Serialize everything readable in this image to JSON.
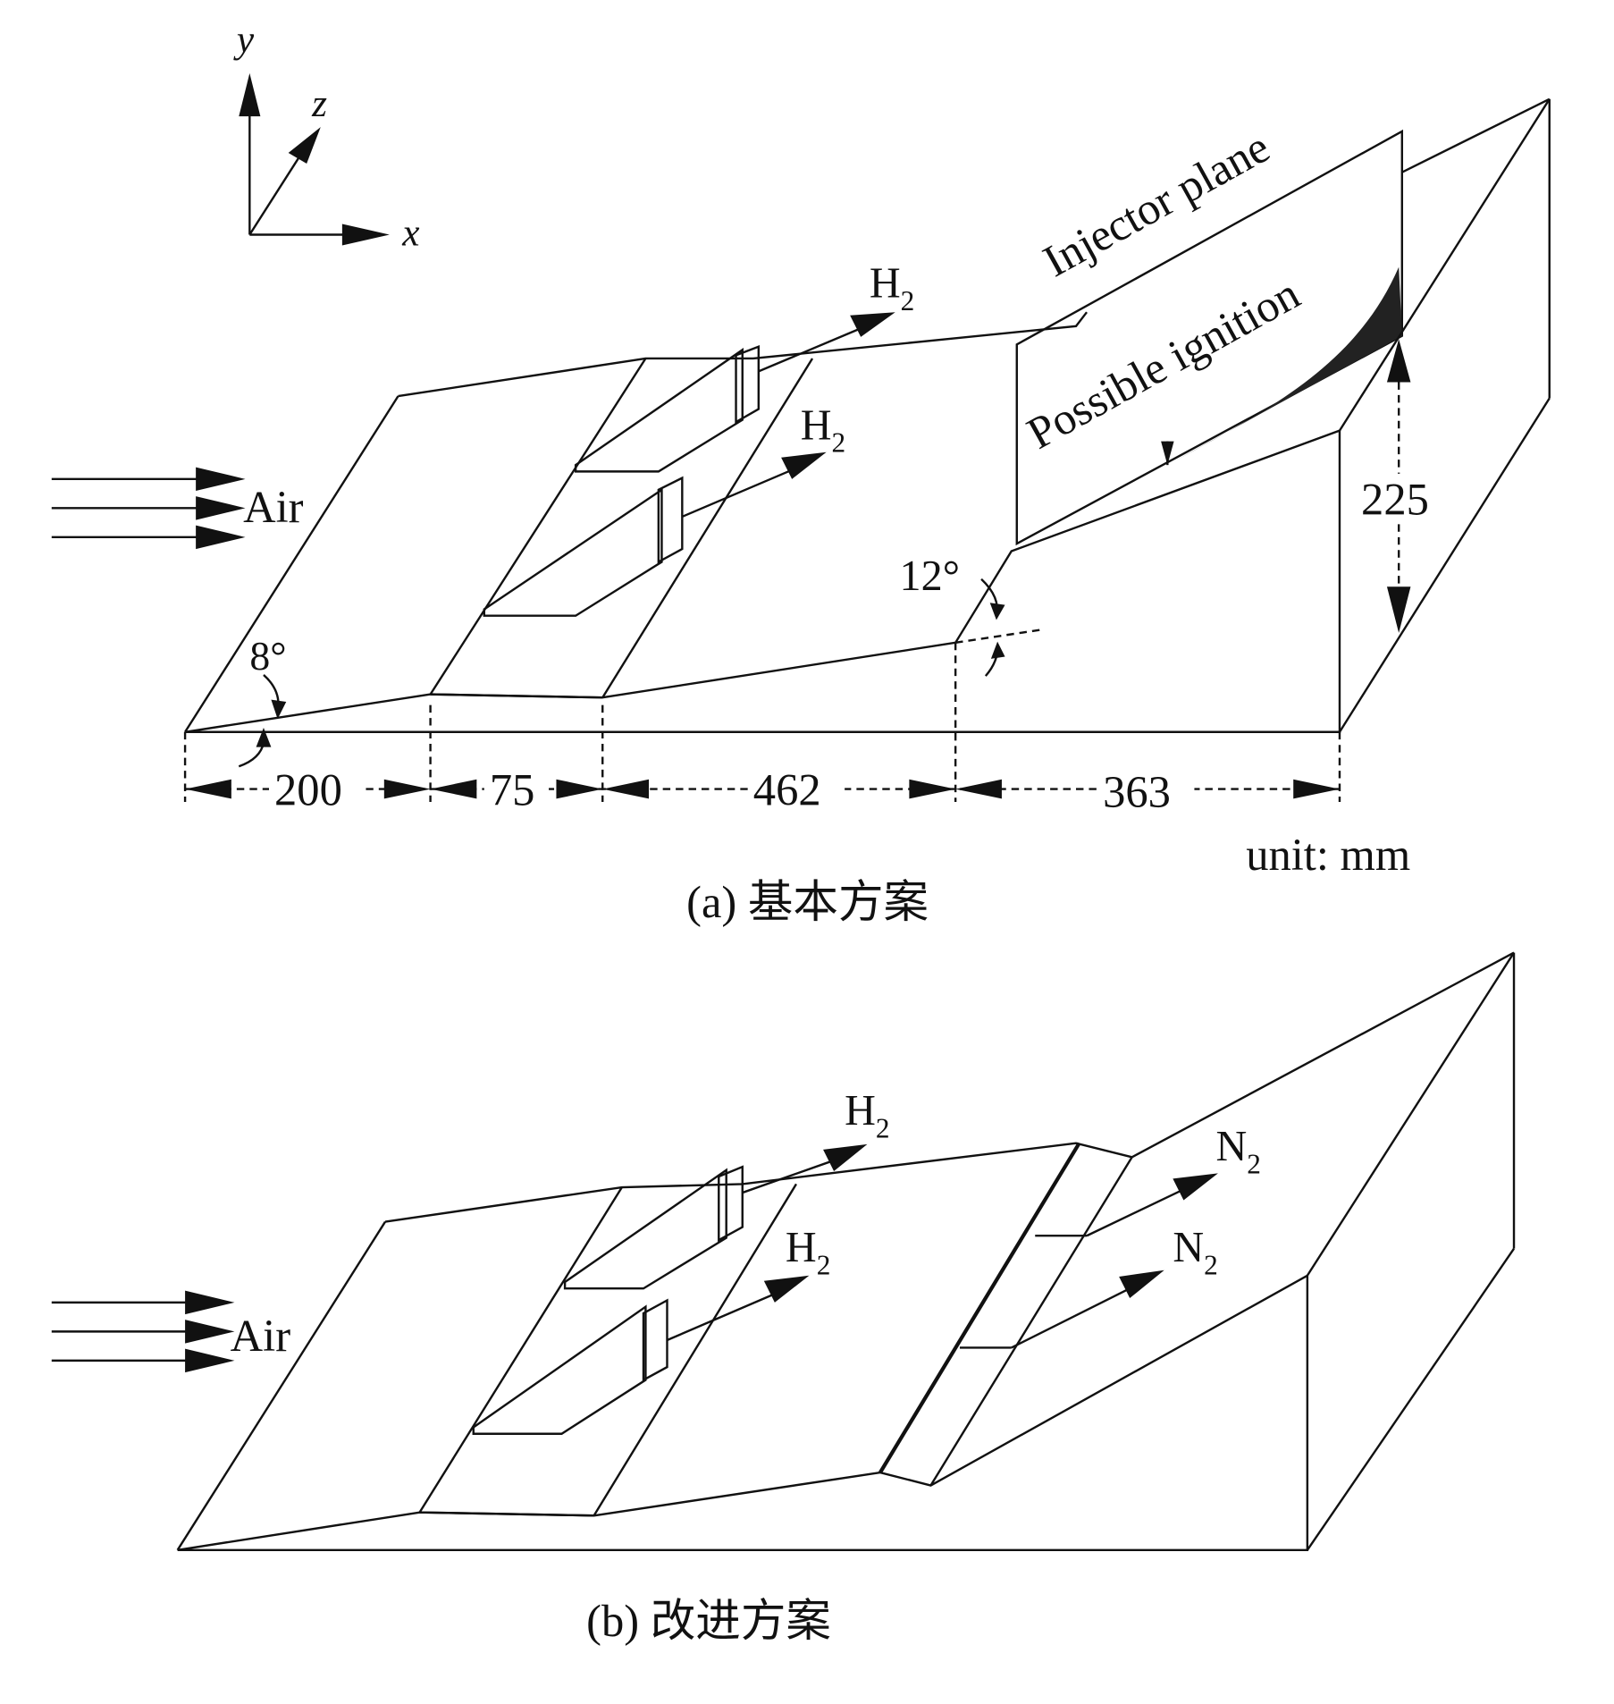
{
  "axes": {
    "y": "y",
    "z": "z",
    "x": "x"
  },
  "panel_a": {
    "air_label": "Air",
    "h2_top": {
      "main": "H",
      "sub": "2"
    },
    "h2_bottom": {
      "main": "H",
      "sub": "2"
    },
    "injector_plane_label": "Injector plane",
    "ignition_label": "Possible ignition",
    "angle_ramp": "12°",
    "angle_plate": "8°",
    "height_dim": "225",
    "dims": [
      "200",
      "75",
      "462",
      "363"
    ],
    "unit": "unit: mm",
    "caption": "(a) 基本方案"
  },
  "panel_b": {
    "air_label": "Air",
    "h2_top": {
      "main": "H",
      "sub": "2"
    },
    "h2_bottom": {
      "main": "H",
      "sub": "2"
    },
    "n2_top": {
      "main": "N",
      "sub": "2"
    },
    "n2_bottom": {
      "main": "N",
      "sub": "2"
    },
    "caption": "(b) 改进方案"
  }
}
